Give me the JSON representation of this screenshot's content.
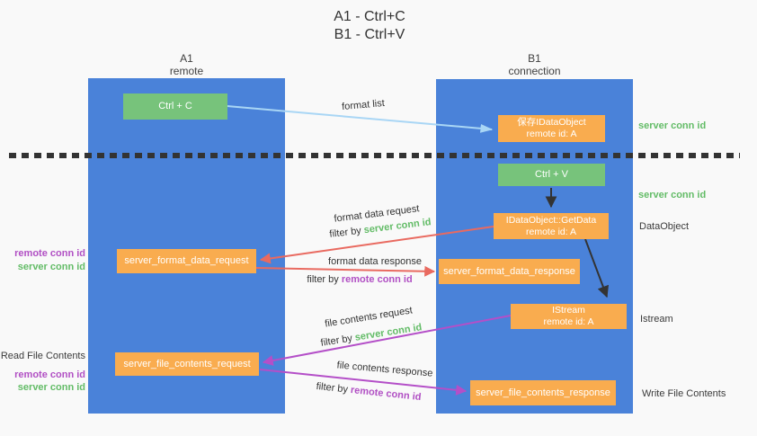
{
  "title": {
    "line1": "A1 - Ctrl+C",
    "line2": "B1 - Ctrl+V"
  },
  "machines": {
    "left": {
      "name": "A1",
      "role": "remote"
    },
    "right": {
      "name": "B1",
      "role": "connection"
    }
  },
  "nodes": {
    "ctrl_c": {
      "label": "Ctrl + C"
    },
    "ctrl_v": {
      "label": "Ctrl + V"
    },
    "save_idataobject": {
      "line1": "保存IDataObject",
      "line2": "remote id: A"
    },
    "getdata": {
      "line1": "IDataObject::GetData",
      "line2": "remote id: A"
    },
    "istream": {
      "line1": "IStream",
      "line2": "remote id: A"
    },
    "format_request": {
      "label": "server_format_data_request"
    },
    "format_response": {
      "label": "server_format_data_response"
    },
    "file_request": {
      "label": "server_file_contents_request"
    },
    "file_response": {
      "label": "server_file_contents_response"
    }
  },
  "flow_labels": {
    "format_list": "format list",
    "format_data_request": "format data request",
    "format_data_response": "format data response",
    "file_contents_request": "file contents request",
    "file_contents_response": "file contents response",
    "filter_by": "filter by",
    "server_conn_id": "server conn id",
    "remote_conn_id": "remote conn id"
  },
  "side_labels": {
    "server_conn_id_top": "server conn id",
    "server_conn_id_mid": "server conn id",
    "dataobject": "DataObject",
    "istream": "Istream",
    "write_file_contents": "Write File Contents",
    "read_file_contents": "Read File Contents",
    "remote_conn_id_mid": "remote conn id",
    "server_conn_id_left_mid": "server conn id",
    "remote_conn_id_bottom": "remote conn id",
    "server_conn_id_left_bottom": "server conn id"
  },
  "colors": {
    "bg": "#f9f9f9",
    "panel-blue": "#4a82d9",
    "node-green": "#77c37b",
    "node-orange": "#f9ac4f",
    "text-dark": "#333333",
    "green-text": "#63bc67",
    "purple-text": "#b150c4",
    "arrow-red": "#e96a60",
    "arrow-purple": "#b44fc8",
    "arrow-blue": "#a9d6f5",
    "arrow-black": "#333333"
  }
}
